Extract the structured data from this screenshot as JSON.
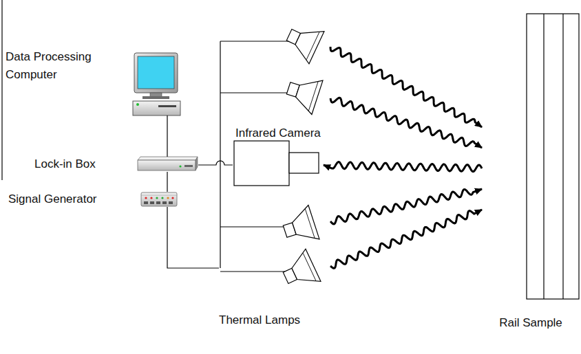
{
  "diagram": {
    "nodes": [
      {
        "text": [
          "Data Processing Computer"
        ]
      },
      {
        "text": [
          "Lock-in Box"
        ]
      },
      {
        "text": [
          "Signal Generator"
        ]
      },
      {
        "text": [
          "Infrared Camera"
        ]
      },
      {
        "text": [
          "Thermal Lamps"
        ]
      },
      {
        "text": [
          "Rail Sample"
        ]
      }
    ],
    "edges": [
      {
        "from": 0,
        "to": 1,
        "arrow": "none"
      },
      {
        "from": 1,
        "to": 2,
        "arrow": "none"
      },
      {
        "from": 1,
        "to": 3,
        "arrow": "none"
      },
      {
        "from": 2,
        "to": 4,
        "arrow": "none"
      },
      {
        "from": 4,
        "to": 5,
        "arrow": "to"
      },
      {
        "from": 4,
        "to": 5,
        "arrow": "to"
      },
      {
        "from": 5,
        "to": 3,
        "arrow": "to"
      },
      {
        "from": 4,
        "to": 5,
        "arrow": "to"
      },
      {
        "from": 4,
        "to": 5,
        "arrow": "to"
      }
    ]
  }
}
